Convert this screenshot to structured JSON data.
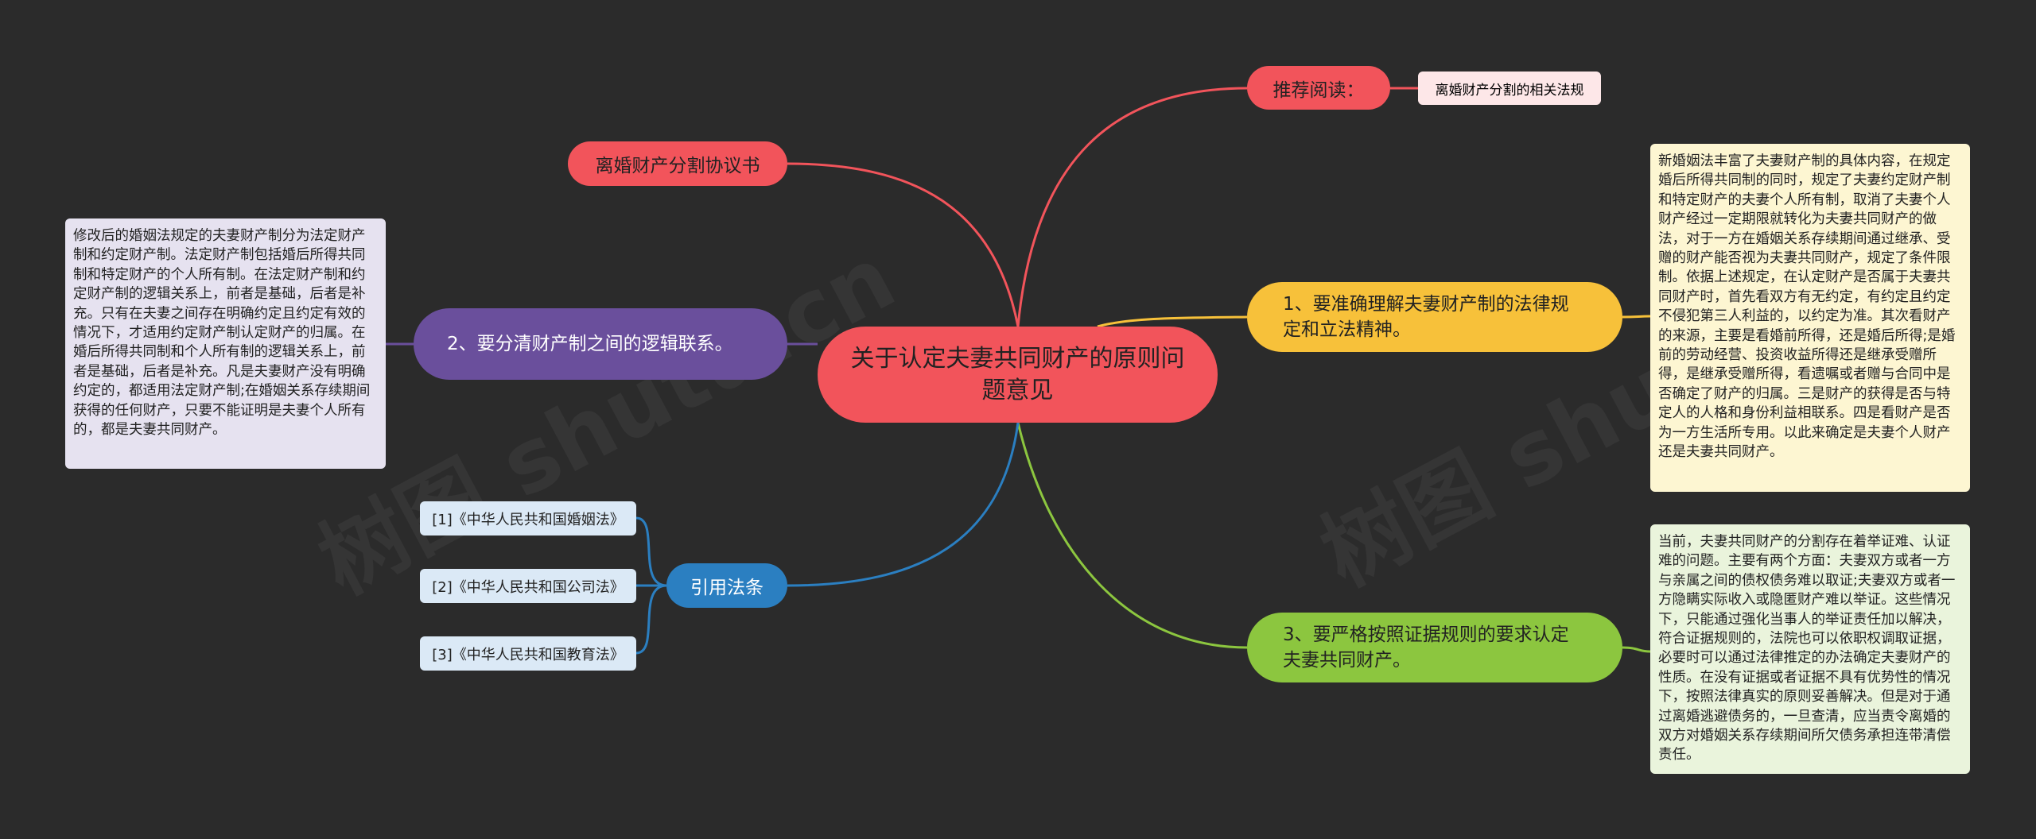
{
  "center": {
    "title": "关于认定夫妻共同财产的原则问题意见"
  },
  "branches": {
    "recommend": {
      "label": "推荐阅读：",
      "link": "离婚财产分割的相关法规"
    },
    "agreement": {
      "label": "离婚财产分割协议书"
    },
    "point1": {
      "label": "1、要准确理解夫妻财产制的法律规定和立法精神。",
      "note": "新婚姻法丰富了夫妻财产制的具体内容，在规定婚后所得共同制的同时，规定了夫妻约定财产制和特定财产的夫妻个人所有制，取消了夫妻个人财产经过一定期限就转化为夫妻共同财产的做法，对于一方在婚姻关系存续期间通过继承、受赠的财产能否视为夫妻共同财产，规定了条件限制。依据上述规定，在认定财产是否属于夫妻共同财产时，首先看双方有无约定，有约定且约定不侵犯第三人利益的，以约定为准。其次看财产的来源，主要是看婚前所得，还是婚后所得;是婚前的劳动经营、投资收益所得还是继承受赠所得，是继承受赠所得，看遗嘱或者赠与合同中是否确定了财产的归属。三是财产的获得是否与特定人的人格和身份利益相联系。四是看财产是否为一方生活所专用。以此来确定是夫妻个人财产还是夫妻共同财产。"
    },
    "point2": {
      "label": "2、要分清财产制之间的逻辑联系。",
      "note": "修改后的婚姻法规定的夫妻财产制分为法定财产制和约定财产制。法定财产制包括婚后所得共同制和特定财产的个人所有制。在法定财产制和约定财产制的逻辑关系上，前者是基础，后者是补充。只有在夫妻之间存在明确约定且约定有效的情况下，才适用约定财产制认定财产的归属。在婚后所得共同制和个人所有制的逻辑关系上，前者是基础，后者是补充。凡是夫妻财产没有明确约定的，都适用法定财产制;在婚姻关系存续期间获得的任何财产，只要不能证明是夫妻个人所有的，都是夫妻共同财产。"
    },
    "point3": {
      "label": "3、要严格按照证据规则的要求认定夫妻共同财产。",
      "note": "当前，夫妻共同财产的分割存在着举证难、认证难的问题。主要有两个方面：夫妻双方或者一方与亲属之间的债权债务难以取证;夫妻双方或者一方隐瞒实际收入或隐匿财产难以举证。这些情况下，只能通过强化当事人的举证责任加以解决，符合证据规则的，法院也可以依职权调取证据，必要时可以通过法律推定的办法确定夫妻财产的性质。在没有证据或者证据不具有优势性的情况下，按照法律真实的原则妥善解决。但是对于通过离婚逃避债务的，一旦查清，应当责令离婚的双方对婚姻关系存续期间所欠债务承担连带清偿责任。"
    },
    "citations": {
      "label": "引用法条",
      "items": [
        "[1]《中华人民共和国婚姻法》",
        "[2]《中华人民共和国公司法》",
        "[3]《中华人民共和国教育法》"
      ]
    }
  },
  "colors": {
    "background": "#2b2b2b",
    "red": "#f2545b",
    "purple": "#6a4f9c",
    "yellow": "#f7c13a",
    "green": "#8cc63f",
    "blue": "#2b7fc1"
  }
}
